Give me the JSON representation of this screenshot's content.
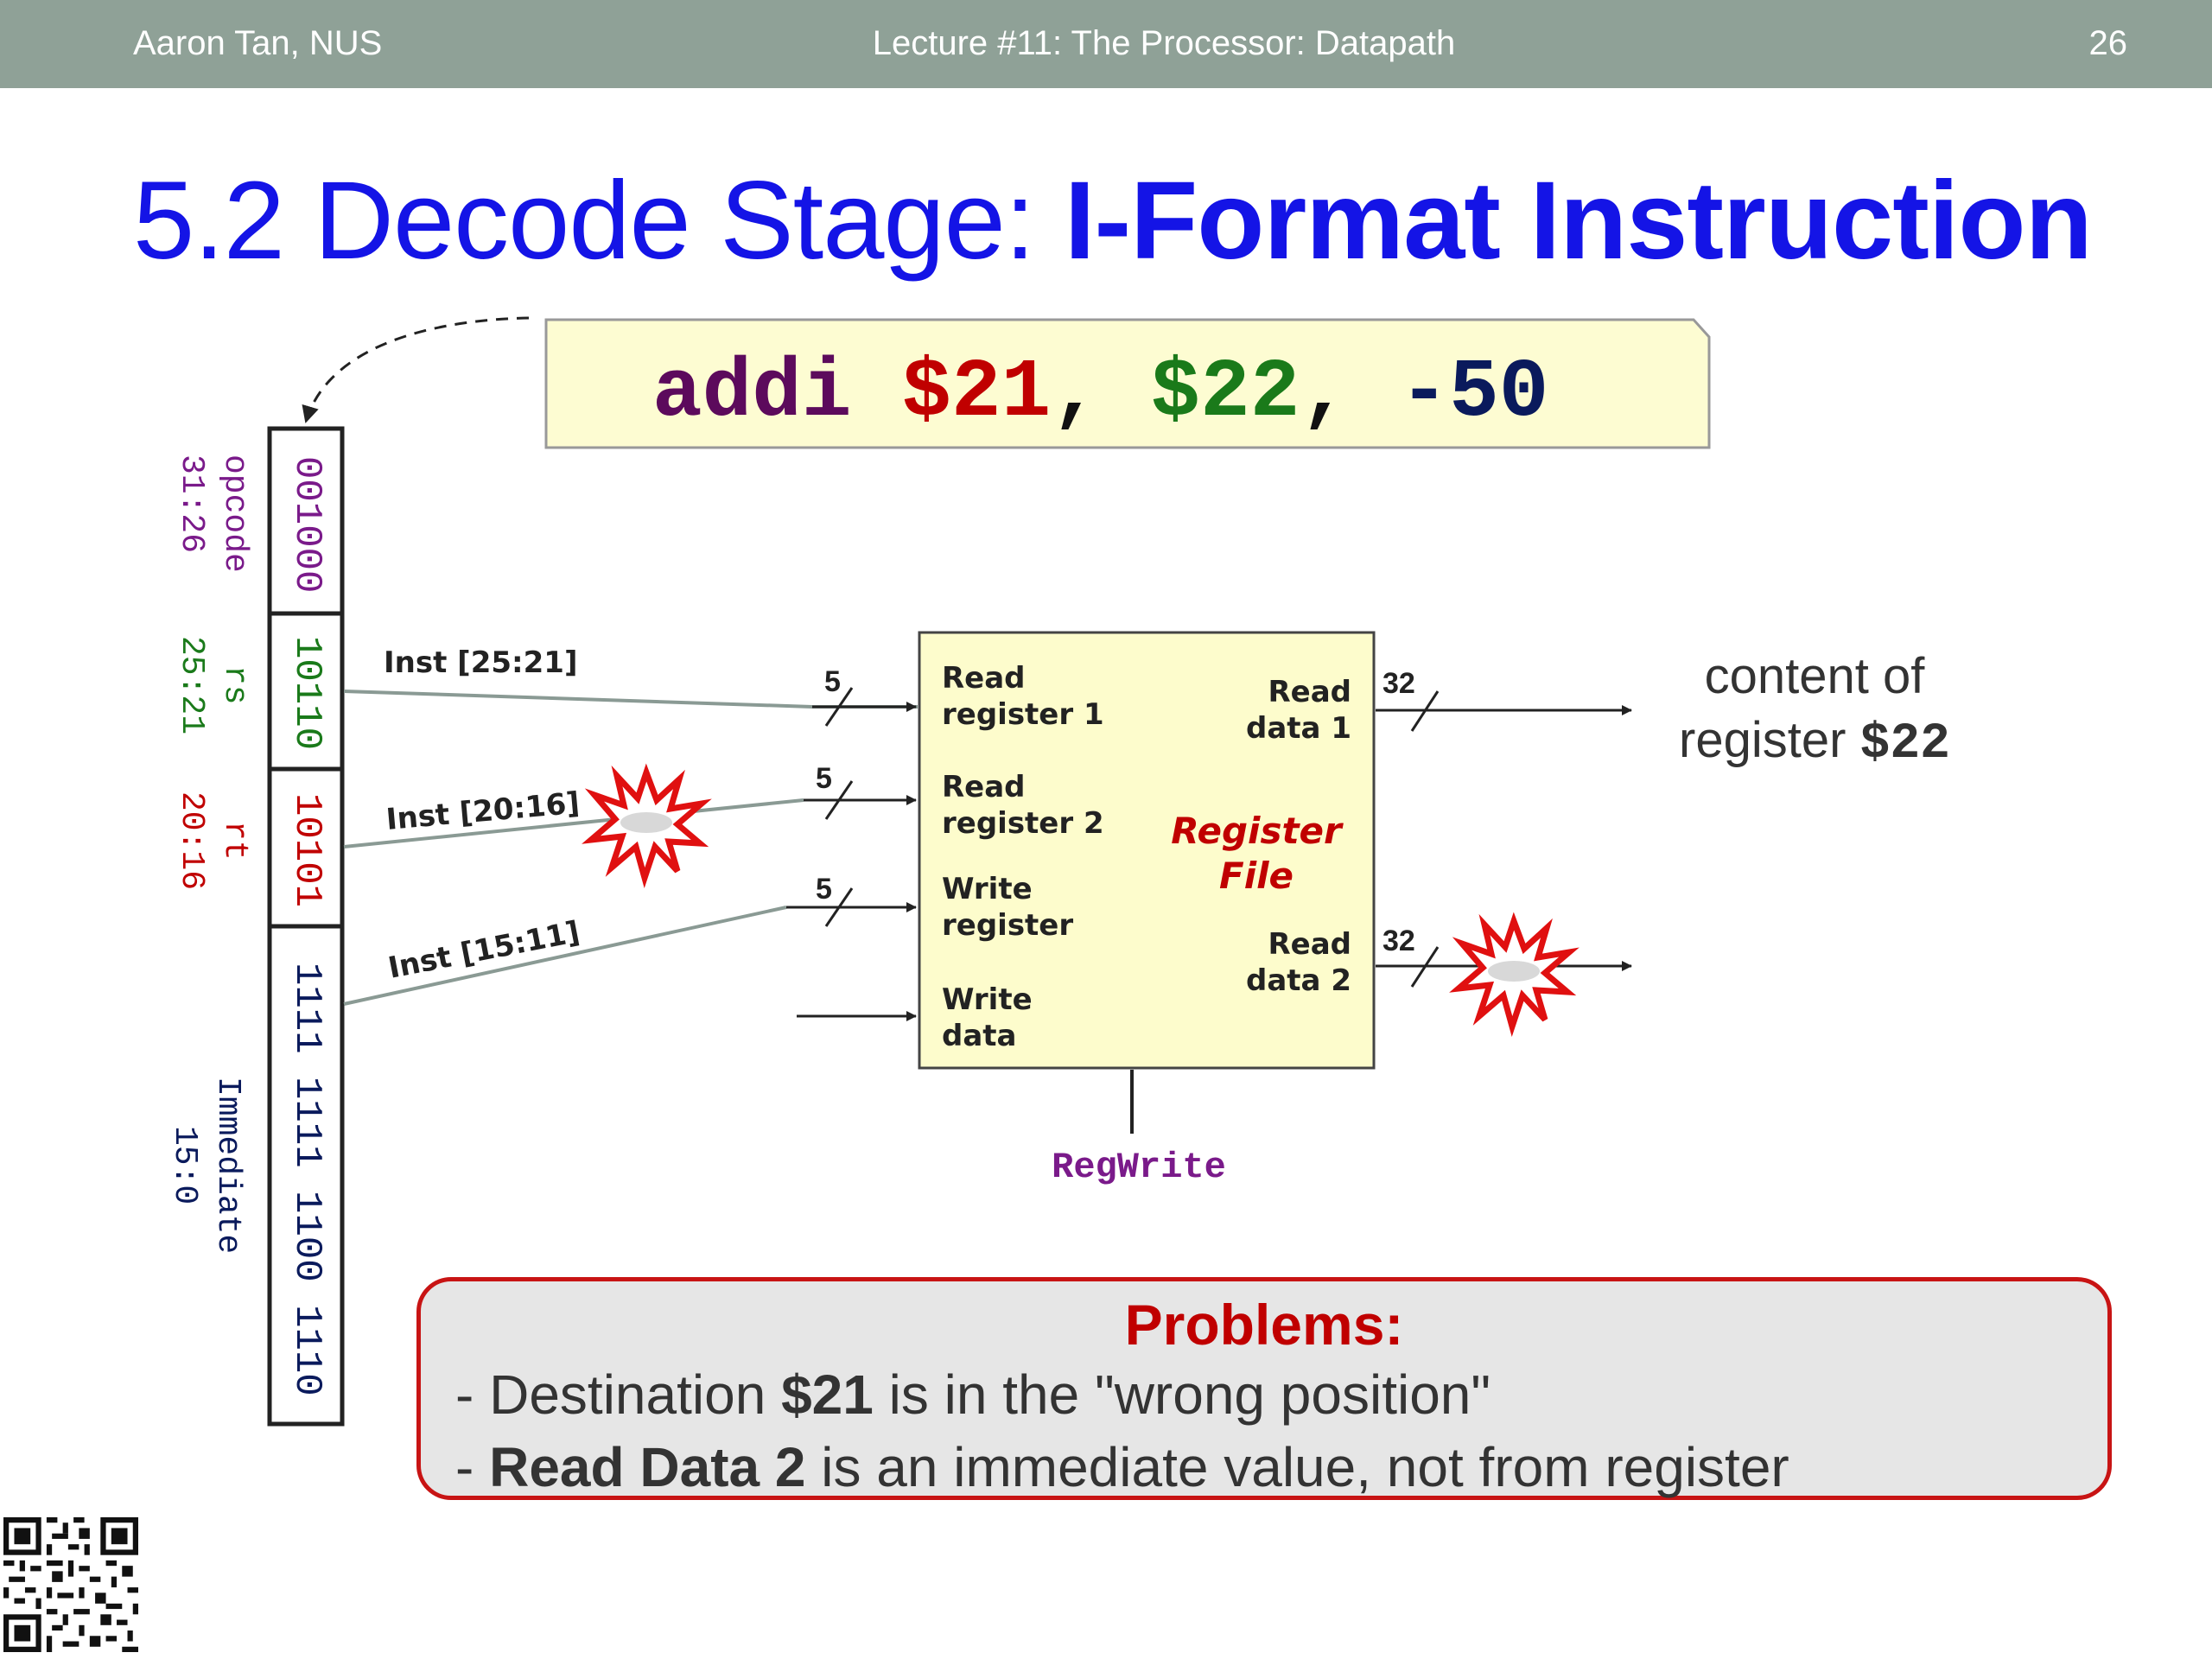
{
  "header": {
    "author": "Aaron Tan, NUS",
    "lecture": "Lecture #11: The Processor: Datapath",
    "page_number": "26"
  },
  "title": {
    "normal": "5.2 Decode Stage: ",
    "bold": "I-Format Instruction"
  },
  "instruction": {
    "op": "addi",
    "rt": "$21",
    "rs": "$22",
    "imm": "-50",
    "sep": ", ",
    "colors": {
      "op": "#5c0a5c",
      "rt": "#c00000",
      "rs": "#1a7a1a",
      "imm": "#0a1a5c"
    }
  },
  "fields": [
    {
      "bits": "001000",
      "name": "opcode",
      "range": "31:26",
      "color": "#7a1a8a"
    },
    {
      "bits": "10110",
      "name": "rs",
      "range": "25:21",
      "color": "#1a7a1a"
    },
    {
      "bits": "10101",
      "name": "rt",
      "range": "20:16",
      "color": "#c00000"
    },
    {
      "bits": "1111 1111 1100 1110",
      "name": "Immediate",
      "range": "15:0",
      "color": "#0a1a5c"
    }
  ],
  "wires": {
    "inst_25_21": "Inst [25:21]",
    "inst_20_16": "Inst [20:16]",
    "inst_15_11": "Inst [15:11]",
    "width_5": "5",
    "width_32": "32"
  },
  "register_file": {
    "name_line1": "Register",
    "name_line2": "File",
    "read_reg1_l1": "Read",
    "read_reg1_l2": "register 1",
    "read_reg2_l1": "Read",
    "read_reg2_l2": "register 2",
    "write_reg_l1": "Write",
    "write_reg_l2": "register",
    "write_data_l1": "Write",
    "write_data_l2": "data",
    "read_data1_l1": "Read",
    "read_data1_l2": "data 1",
    "read_data2_l1": "Read",
    "read_data2_l2": "data 2",
    "control": "RegWrite"
  },
  "content_note": {
    "line1": "content of",
    "line2_text": "register ",
    "line2_reg": "$22"
  },
  "problems": {
    "title": "Problems:",
    "p1_pre": "- Destination ",
    "p1_bold": "$21",
    "p1_post": " is in the \"wrong position\"",
    "p2_pre": "- ",
    "p2_bold": "Read Data 2",
    "p2_post": " is an immediate value, not from register"
  },
  "colors": {
    "header_bg": "#8fa197",
    "title": "#1414e6",
    "callout_bg": "#fdfcd2",
    "regfile_bg": "#fdfccc",
    "regfile_name": "#c00000",
    "control": "#7a1a8a",
    "problems_border": "#c81414",
    "problems_title": "#c00000",
    "burst": "#e01010"
  }
}
